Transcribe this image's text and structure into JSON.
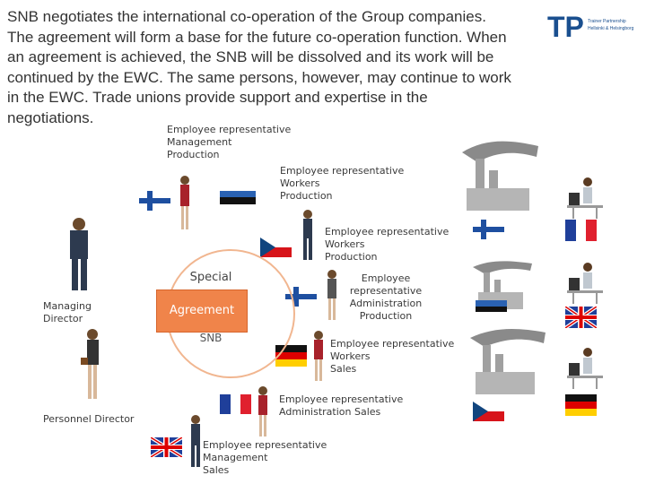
{
  "intro": {
    "lines": [
      "SNB negotiates the international co-operation of the Group companies.",
      "The agreement will form a base for the future co-operation function.  When",
      "an agreement is achieved, the SNB will be dissolved and its work will be",
      "continued by the EWC. The same persons, however, may continue to work",
      "in the EWC. Trade unions provide support and expertise in the",
      "negotiations."
    ]
  },
  "logo": {
    "letters": "TP",
    "tagline1": "Trainer Partnership",
    "tagline2": "Hellsinki & Helsingborg"
  },
  "labels": {
    "rep_mgmt_prod": [
      "Employee representative",
      "Management",
      "Production"
    ],
    "rep_workers_prod_1": [
      "Employee representative",
      "Workers",
      "Production"
    ],
    "rep_workers_prod_2": [
      "Employee representative",
      "Workers",
      "Production"
    ],
    "rep_admin_prod": [
      "Employee",
      "representative",
      "Administration",
      "Production"
    ],
    "rep_workers_sales": [
      "Employee representative",
      "Workers",
      "Sales"
    ],
    "rep_admin_sales": [
      "Employee representative",
      "Administration Sales"
    ],
    "rep_mgmt_sales": [
      "Employee representative",
      "Management",
      "Sales"
    ],
    "managing_director": [
      "Managing",
      "Director"
    ],
    "personnel_director": "Personnel Director"
  },
  "center": {
    "special": "Special",
    "agreement": "Agreement",
    "snb": "SNB"
  },
  "colors": {
    "agreement_fill": "#f0844a",
    "circle": "#f1b690",
    "finland_blue": "#1e4fa0",
    "estonia_blue": "#2a62b3"
  },
  "icons": [
    "finland-flag-icon",
    "estonia-flag-icon",
    "czech-flag-icon",
    "germany-flag-icon",
    "france-flag-icon",
    "uk-flag-icon",
    "factory-icon",
    "person-icon",
    "office-worker-icon"
  ]
}
